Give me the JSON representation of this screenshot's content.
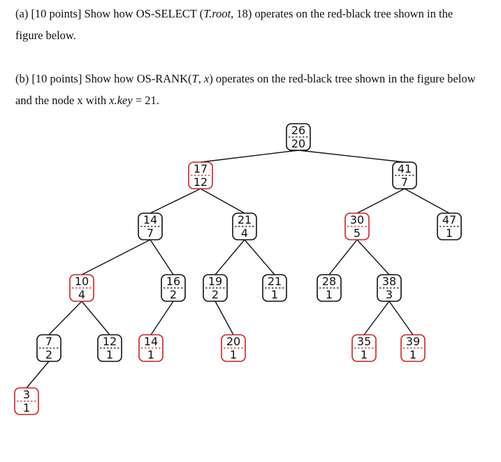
{
  "question_a": {
    "prefix": "(a) [10 points] Show how OS-SELECT (",
    "arg_italic": "T.root",
    "suffix": ", 18) operates on the red-black tree shown in the figure below."
  },
  "question_b": {
    "prefix": "(b) [10 points] Show how OS-RANK(",
    "arg1_italic": "T",
    "middle": ", ",
    "arg2_italic": "x",
    "middle2": ") operates on the red-black tree shown in the figure below and the node x with ",
    "key_italic": "x.key",
    "suffix": " = 21."
  },
  "tree": {
    "colors": {
      "black": "#111111",
      "red": "#cc2222"
    },
    "nodes": [
      {
        "id": "n26",
        "key": "26",
        "size": "20",
        "color": "black"
      },
      {
        "id": "n17",
        "key": "17",
        "size": "12",
        "color": "red"
      },
      {
        "id": "n41",
        "key": "41",
        "size": "7",
        "color": "black"
      },
      {
        "id": "n14a",
        "key": "14",
        "size": "7",
        "color": "black"
      },
      {
        "id": "n21a",
        "key": "21",
        "size": "4",
        "color": "black"
      },
      {
        "id": "n30",
        "key": "30",
        "size": "5",
        "color": "red"
      },
      {
        "id": "n47",
        "key": "47",
        "size": "1",
        "color": "black"
      },
      {
        "id": "n10",
        "key": "10",
        "size": "4",
        "color": "red"
      },
      {
        "id": "n16",
        "key": "16",
        "size": "2",
        "color": "black"
      },
      {
        "id": "n19",
        "key": "19",
        "size": "2",
        "color": "black"
      },
      {
        "id": "n21b",
        "key": "21",
        "size": "1",
        "color": "black"
      },
      {
        "id": "n28",
        "key": "28",
        "size": "1",
        "color": "black"
      },
      {
        "id": "n38",
        "key": "38",
        "size": "3",
        "color": "black"
      },
      {
        "id": "n7",
        "key": "7",
        "size": "2",
        "color": "black"
      },
      {
        "id": "n12",
        "key": "12",
        "size": "1",
        "color": "black"
      },
      {
        "id": "n14b",
        "key": "14",
        "size": "1",
        "color": "red"
      },
      {
        "id": "n20",
        "key": "20",
        "size": "1",
        "color": "red"
      },
      {
        "id": "n35",
        "key": "35",
        "size": "1",
        "color": "red"
      },
      {
        "id": "n39",
        "key": "39",
        "size": "1",
        "color": "red"
      },
      {
        "id": "n3",
        "key": "3",
        "size": "1",
        "color": "red"
      }
    ],
    "edges": [
      [
        "n26",
        "n17"
      ],
      [
        "n26",
        "n41"
      ],
      [
        "n17",
        "n14a"
      ],
      [
        "n17",
        "n21a"
      ],
      [
        "n41",
        "n30"
      ],
      [
        "n41",
        "n47"
      ],
      [
        "n14a",
        "n10"
      ],
      [
        "n14a",
        "n16"
      ],
      [
        "n21a",
        "n19"
      ],
      [
        "n21a",
        "n21b"
      ],
      [
        "n30",
        "n28"
      ],
      [
        "n30",
        "n38"
      ],
      [
        "n10",
        "n7"
      ],
      [
        "n10",
        "n12"
      ],
      [
        "n16",
        "n14b"
      ],
      [
        "n19",
        "n20"
      ],
      [
        "n38",
        "n35"
      ],
      [
        "n38",
        "n39"
      ],
      [
        "n7",
        "n3"
      ]
    ]
  }
}
